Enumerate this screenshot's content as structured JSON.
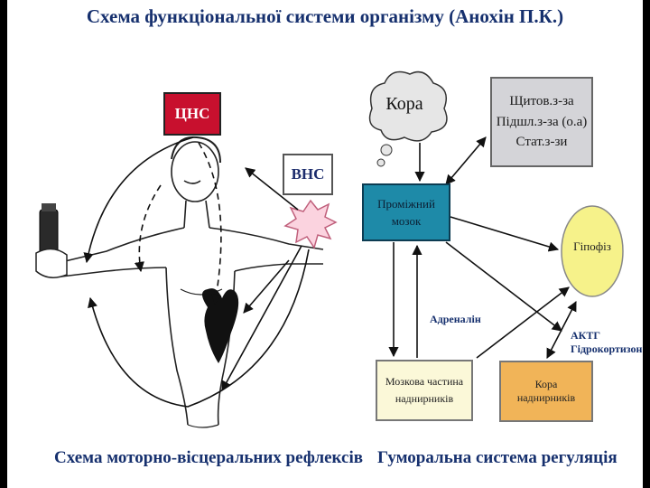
{
  "title": "Схема функціональної системи організму (Анохін П.К.)",
  "captions": {
    "left": "Схема моторно-вісцеральних рефлексів",
    "right": "Гуморальна система регуляція"
  },
  "nodes": {
    "cns": "ЦНС",
    "vns": "ВНС",
    "cortex": "Кора",
    "intermediate_brain": "Проміжний мозок",
    "glands": [
      "Щитов.з-за",
      "Підшл.з-за (о.а)",
      "Стат.з-зи"
    ],
    "pituitary": "Гіпофіз",
    "adrenal_medulla": "Мозкова частина наднирників",
    "adrenal_cortex": "Кора наднирників"
  },
  "labels": {
    "adrenaline": "Адреналін",
    "acth": "АКТГ",
    "hydrocortisone": "Гідрокортизон"
  },
  "colors": {
    "title": "#16306e",
    "cns": "#c8102e",
    "intermediate_brain": "#1e8aa8",
    "glands": "#d4d4d8",
    "pituitary": "#f6f28a",
    "adrenal_medulla": "#fbf8d8",
    "adrenal_cortex": "#f1b458",
    "heart": "#111111"
  },
  "icons": [
    "human-figure-illustration",
    "weight-icon",
    "heart-icon",
    "starburst-icon",
    "thought-cloud-icon"
  ]
}
